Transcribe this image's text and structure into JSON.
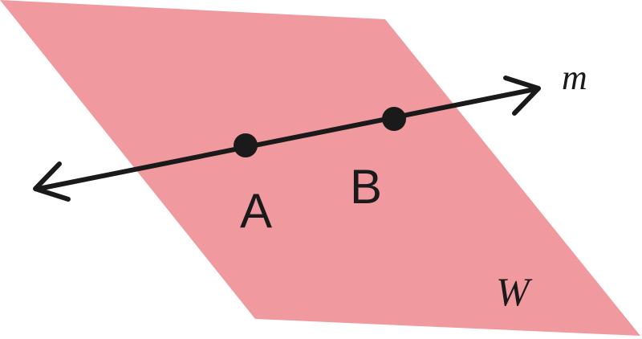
{
  "diagram": {
    "plane": {
      "label": "W",
      "color": "#f0999f"
    },
    "line": {
      "label": "m",
      "color": "#1a1a1a"
    },
    "points": [
      {
        "label": "A"
      },
      {
        "label": "B"
      }
    ]
  }
}
